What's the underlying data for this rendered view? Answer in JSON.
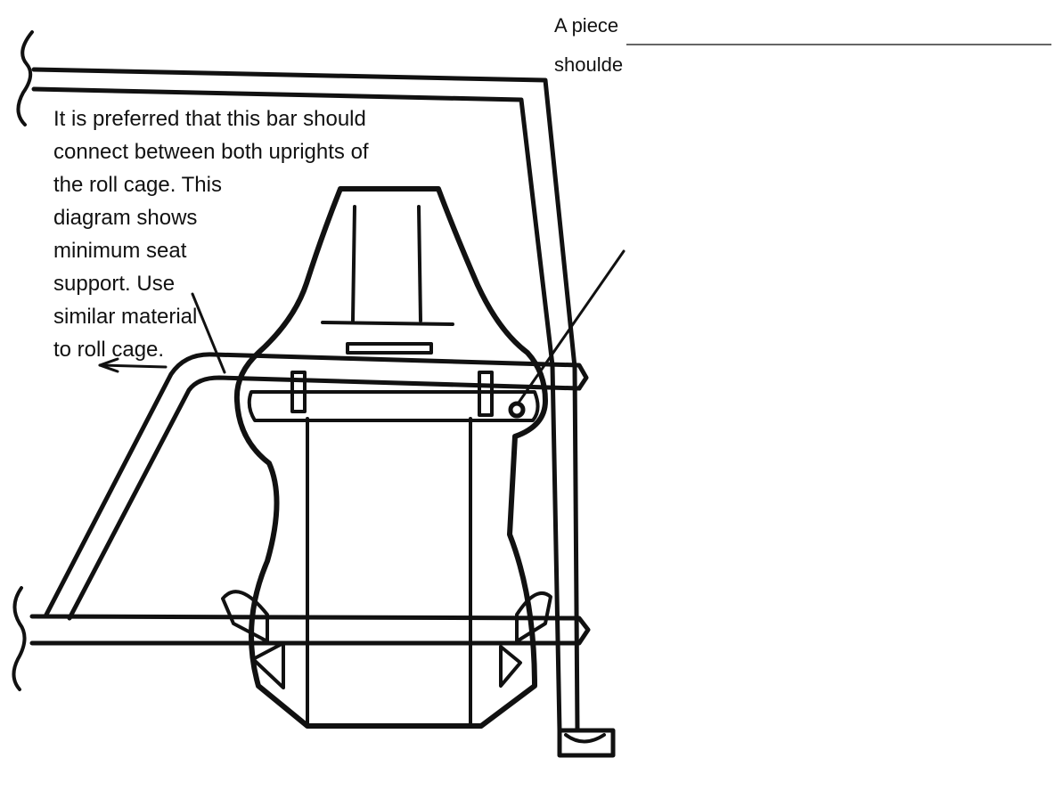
{
  "figure": {
    "note_main_lines": [
      "It is preferred that this bar should",
      "connect between both uprights of",
      "the roll cage.  This",
      "diagram shows",
      "minimum seat",
      "support.  Use",
      "similar material",
      "to roll cage."
    ],
    "note_right_lines": [
      "A piece",
      "shoulde"
    ]
  },
  "colors": {
    "ink": "#111111",
    "background": "#ffffff"
  }
}
